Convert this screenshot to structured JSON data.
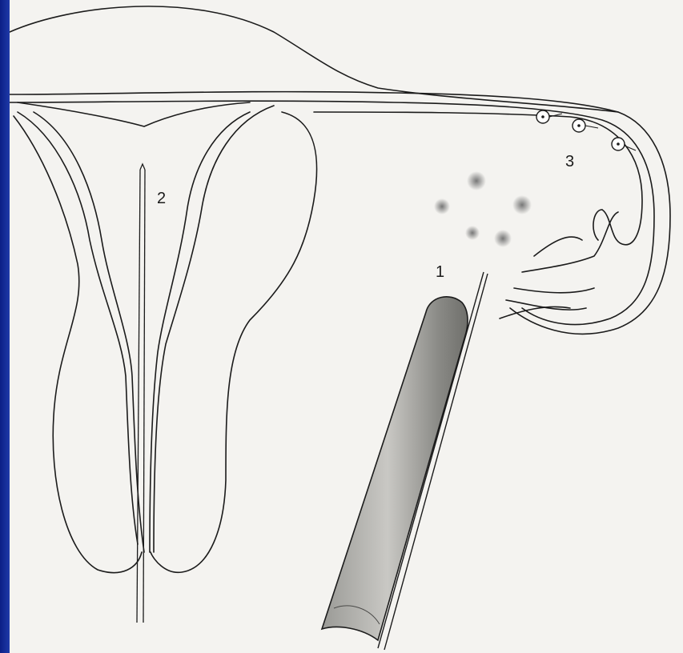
{
  "figure": {
    "labels": {
      "one": "1",
      "two": "2",
      "three": "3"
    },
    "colors": {
      "slide_edge": "#1e3aa8",
      "paper": "#f4f3f0",
      "ink": "#1b1b1b",
      "endoscope_shading": "#8c8c88"
    }
  }
}
